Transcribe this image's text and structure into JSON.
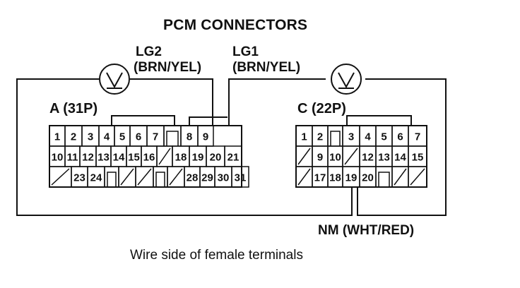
{
  "diagram": {
    "title": "PCM CONNECTORS",
    "meters": [
      {
        "name": "LG2",
        "color": "(BRN/YEL)",
        "symbol": "V"
      },
      {
        "name": "LG1",
        "color": "(BRN/YEL)",
        "symbol": "V"
      }
    ],
    "connector_a": {
      "label": "A (31P)",
      "rows": [
        [
          "1",
          "2",
          "3",
          "4",
          "5",
          "6",
          "7",
          "",
          "8",
          "9"
        ],
        [
          "10",
          "11",
          "12",
          "13",
          "14",
          "15",
          "16",
          "/",
          "18",
          "19",
          "20",
          "21"
        ],
        [
          "/",
          "23",
          "24",
          "",
          "/",
          "/",
          "",
          "/",
          "28",
          "29",
          "30",
          "31"
        ]
      ]
    },
    "connector_c": {
      "label": "C (22P)",
      "rows": [
        [
          "1",
          "2",
          "",
          "3",
          "4",
          "5",
          "6",
          "7"
        ],
        [
          "/",
          "9",
          "10",
          "/",
          "12",
          "13",
          "14",
          "15"
        ],
        [
          "/",
          "17",
          "18",
          "19",
          "20",
          "",
          "/",
          "/"
        ]
      ]
    },
    "ground_wire": {
      "label": "NM (WHT/RED)"
    },
    "caption": "Wire side of female terminals"
  }
}
